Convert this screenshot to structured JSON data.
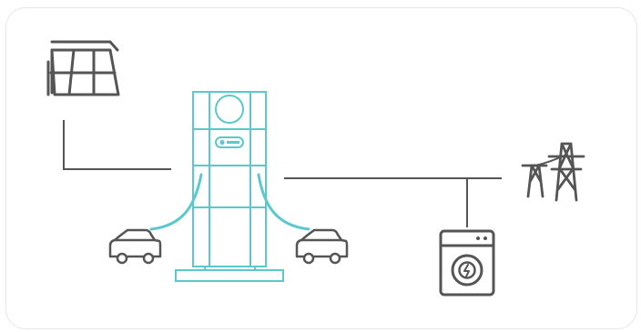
{
  "diagram": {
    "colors": {
      "line": "#555555",
      "accent": "#5bc9cc"
    },
    "nodes": [
      {
        "id": "solar",
        "icon": "solar-panel-icon"
      },
      {
        "id": "charger",
        "icon": "dual-ev-charger-icon",
        "brand_logo": "brand-logo-icon"
      },
      {
        "id": "car-left",
        "icon": "car-icon"
      },
      {
        "id": "car-right",
        "icon": "car-icon"
      },
      {
        "id": "washer",
        "icon": "washing-machine-icon"
      },
      {
        "id": "grid",
        "icon": "power-pylon-icon"
      }
    ]
  }
}
